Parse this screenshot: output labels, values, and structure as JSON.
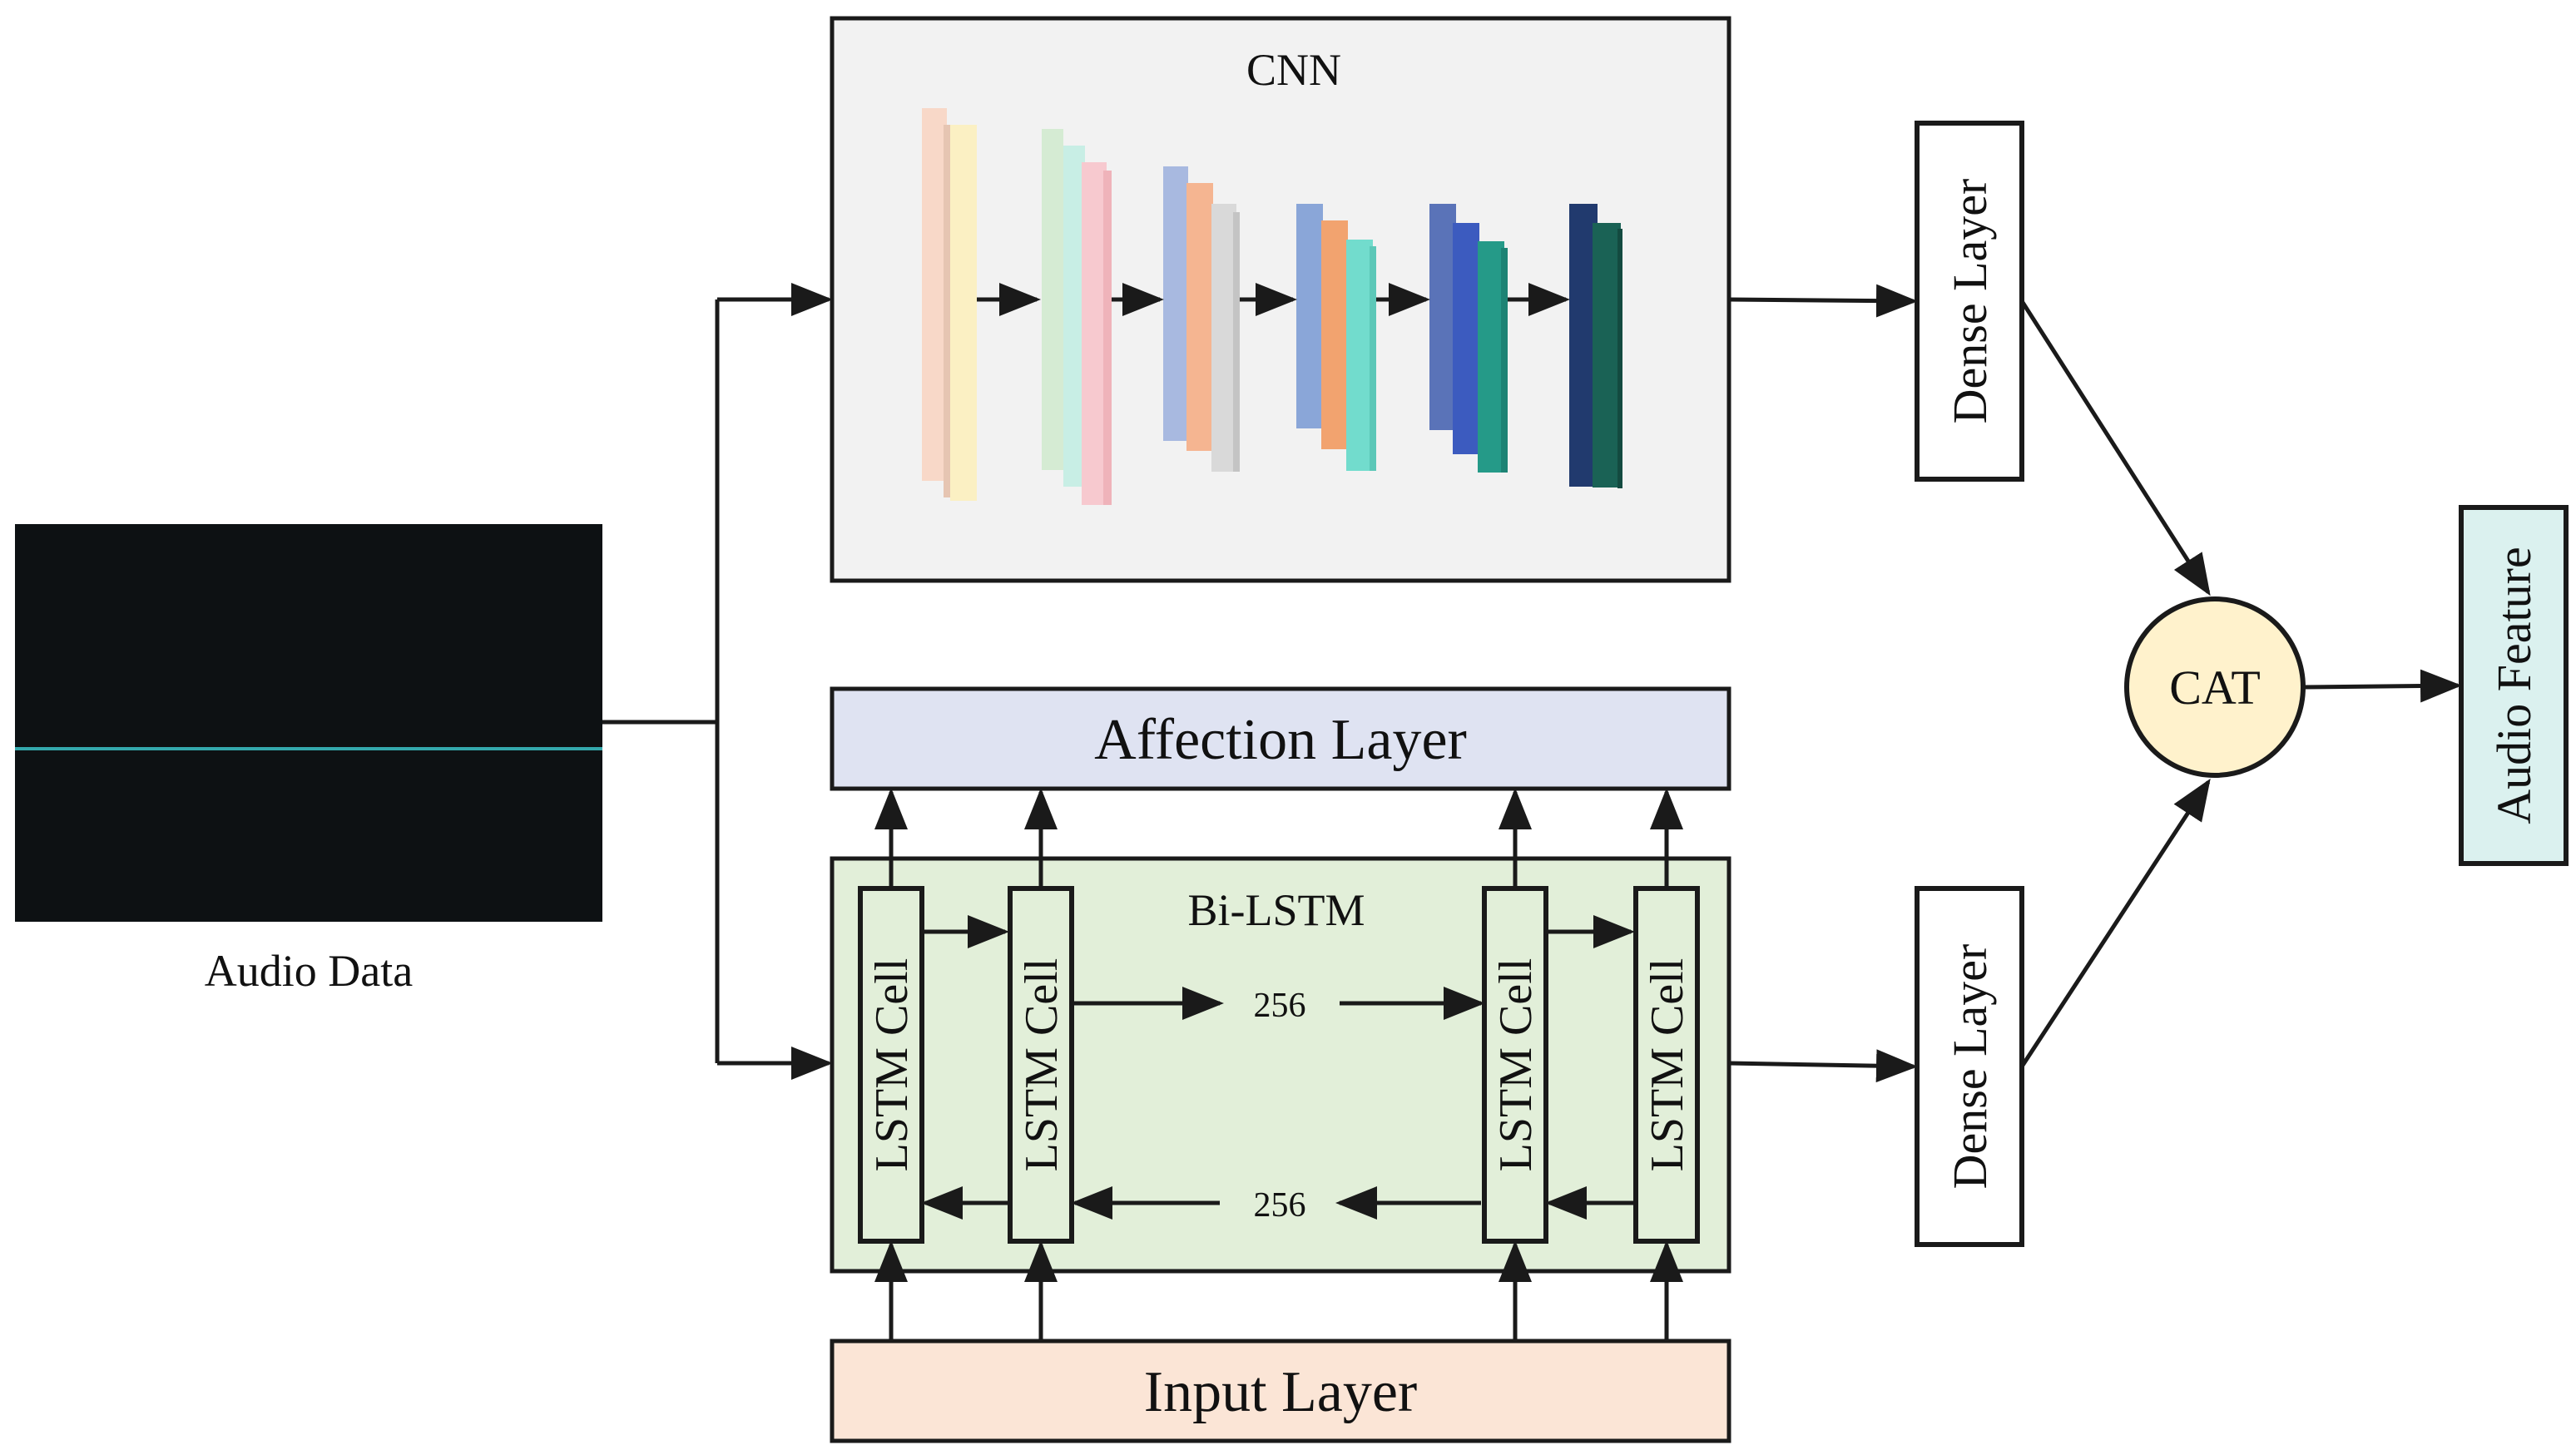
{
  "audio": {
    "label": "Audio Data"
  },
  "cnn": {
    "title": "CNN"
  },
  "affection": {
    "label": "Affection Layer"
  },
  "bilstm": {
    "title": "Bi-LSTM",
    "cell_label": "LSTM Cell",
    "forward_units": "256",
    "backward_units": "256"
  },
  "input_layer": {
    "label": "Input Layer"
  },
  "dense": {
    "top_label": "Dense Layer",
    "bottom_label": "Dense Layer"
  },
  "cat": {
    "label": "CAT"
  },
  "output": {
    "label": "Audio Feature"
  },
  "colors": {
    "cnn_panel": "#f2f2f2",
    "bilstm_panel": "#e2efd9",
    "affection_panel": "#dfe3f2",
    "input_panel": "#fbe5d6",
    "cat_circle": "#fff2cc",
    "output_box": "#dbf1ef",
    "waveform_bg": "#0d1113",
    "waveform": "#3ecfd4"
  }
}
